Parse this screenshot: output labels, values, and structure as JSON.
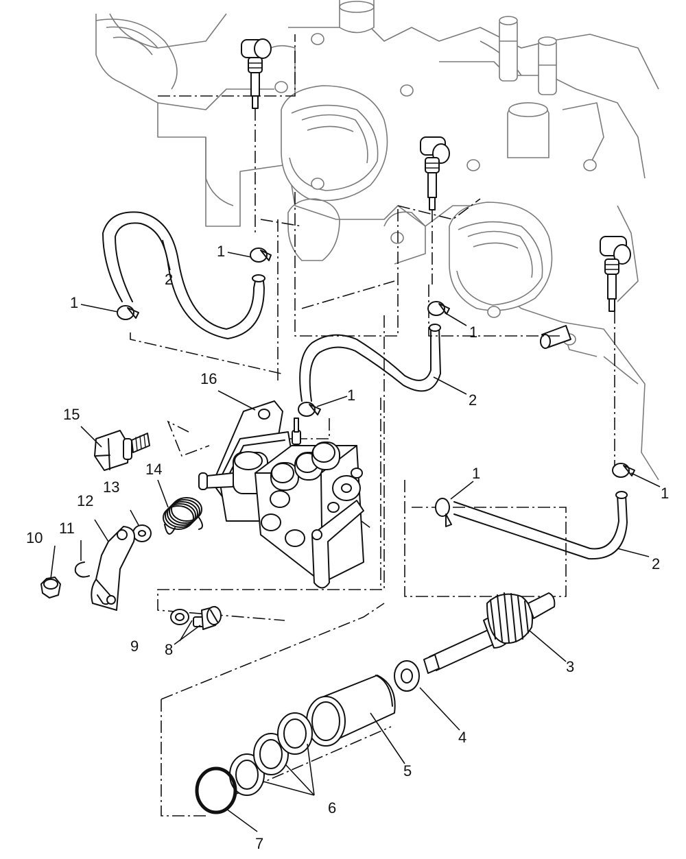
{
  "callouts": [
    {
      "id": "c1a",
      "text": "1"
    },
    {
      "id": "c1b",
      "text": "1"
    },
    {
      "id": "c1c",
      "text": "1"
    },
    {
      "id": "c1d",
      "text": "1"
    },
    {
      "id": "c1e",
      "text": "1"
    },
    {
      "id": "c1f",
      "text": "1"
    },
    {
      "id": "c2a",
      "text": "2"
    },
    {
      "id": "c2b",
      "text": "2"
    },
    {
      "id": "c2c",
      "text": "2"
    },
    {
      "id": "c3",
      "text": "3"
    },
    {
      "id": "c4",
      "text": "4"
    },
    {
      "id": "c5",
      "text": "5"
    },
    {
      "id": "c6",
      "text": "6"
    },
    {
      "id": "c7",
      "text": "7"
    },
    {
      "id": "c8",
      "text": "8"
    },
    {
      "id": "c9",
      "text": "9"
    },
    {
      "id": "c10",
      "text": "10"
    },
    {
      "id": "c11",
      "text": "11"
    },
    {
      "id": "c12",
      "text": "12"
    },
    {
      "id": "c13",
      "text": "13"
    },
    {
      "id": "c14",
      "text": "14"
    },
    {
      "id": "c15",
      "text": "15"
    },
    {
      "id": "c16",
      "text": "16"
    }
  ]
}
